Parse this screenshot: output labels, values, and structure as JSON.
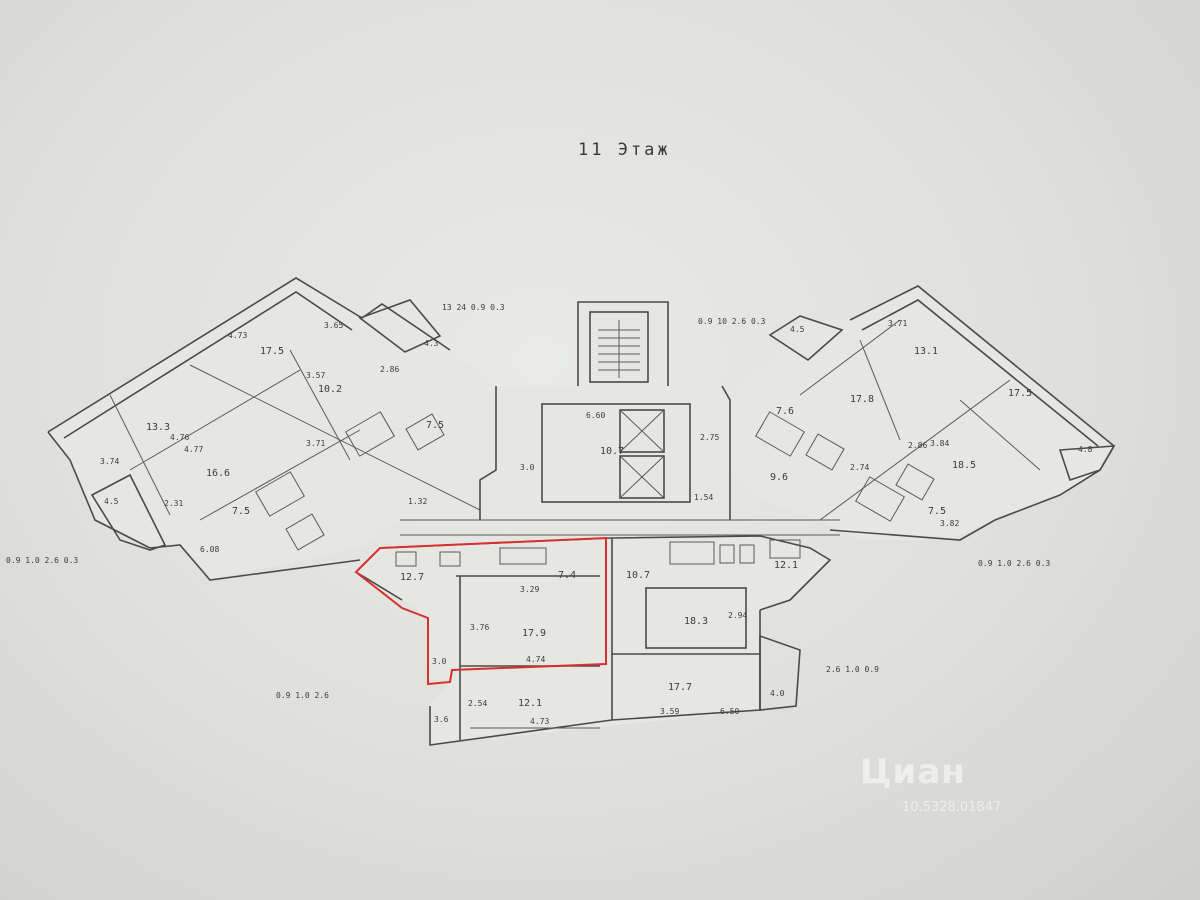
{
  "title": "11 Этаж",
  "highlight_color": "#d83030",
  "labels": {
    "top_left_group": "13 24 0.9 0.3",
    "top_right_group": "0.9 10 2.6 0.3",
    "left_side_group": "0.9 1.0 2.6 0.3",
    "right_side_group": "0.9 1.0 2.6 0.3",
    "bottom_left_group": "0.9 1.0 2.6",
    "bottom_right_group": "2.6 1.0 0.9"
  },
  "rooms": {
    "r1": "17.5",
    "r2": "10.2",
    "r3": "13.3",
    "r4": "16.6",
    "r5": "7.5",
    "r6": "7.5",
    "r7": "10.7",
    "r8": "12.7",
    "r9": "7.4",
    "r10": "17.9",
    "r11": "12.1",
    "r12": "10.7",
    "r13": "18.3",
    "r14": "17.7",
    "r15": "12.1",
    "r16": "17.8",
    "r17": "13.1",
    "r18": "17.5",
    "r19": "18.5",
    "r20": "7.6",
    "r21": "7.5",
    "r22": "9.6"
  },
  "dims": {
    "d1": "4.73",
    "d2": "3.65",
    "d3": "3.57",
    "d4": "2.86",
    "d5": "4.77",
    "d6": "4.76",
    "d7": "3.74",
    "d8": "3.71",
    "d9": "1.32",
    "d10": "3.29",
    "d11": "4.74",
    "d12": "3.76",
    "d13": "3.0",
    "d14": "3.6",
    "d15": "4.73",
    "d16": "2.54",
    "d17": "3.59",
    "d18": "6.50",
    "d19": "4.0",
    "d20": "2.94",
    "d21": "6.60",
    "d22": "4.5",
    "d23": "4.3",
    "d24": "4.8",
    "d25": "3.71",
    "d26": "2.74",
    "d27": "1.54",
    "d28": "2.75",
    "d29": "3.0",
    "d30": "3.84",
    "d31": "6.08",
    "d32": "2.31",
    "d33": "4.5",
    "d34": "2.86",
    "d35": "3.82"
  },
  "watermark": "Циан",
  "watermark_id": "10.5328.01847"
}
